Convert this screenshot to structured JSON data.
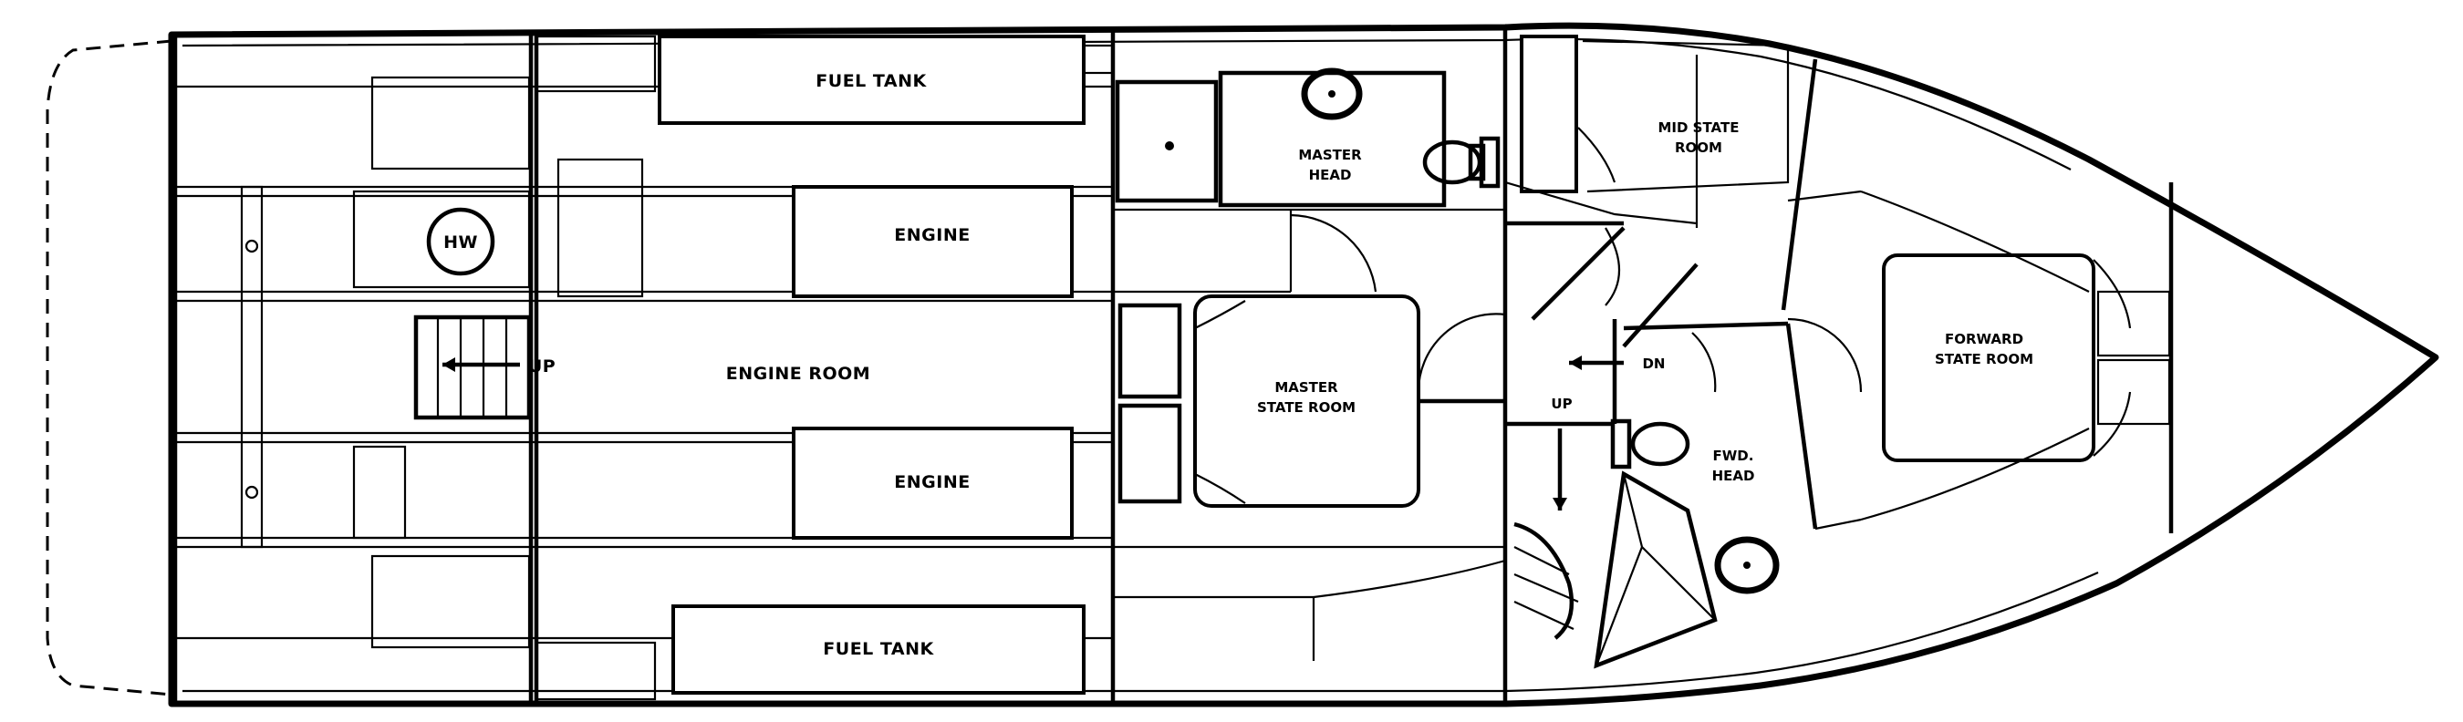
{
  "labels": {
    "fuel_tank_top": "FUEL TANK",
    "fuel_tank_bottom": "FUEL TANK",
    "engine_top": "ENGINE",
    "engine_bottom": "ENGINE",
    "engine_room": "ENGINE ROOM",
    "hw": "HW",
    "up_aft": "UP",
    "master_head": [
      "MASTER",
      "HEAD"
    ],
    "master_state_room": [
      "MASTER",
      "STATE ROOM"
    ],
    "mid_state_room": [
      "MID STATE",
      "ROOM"
    ],
    "dn": "DN",
    "up_fwd": "UP",
    "fwd_head": [
      "FWD.",
      "HEAD"
    ],
    "forward_state_room": [
      "FORWARD",
      "STATE ROOM"
    ]
  }
}
